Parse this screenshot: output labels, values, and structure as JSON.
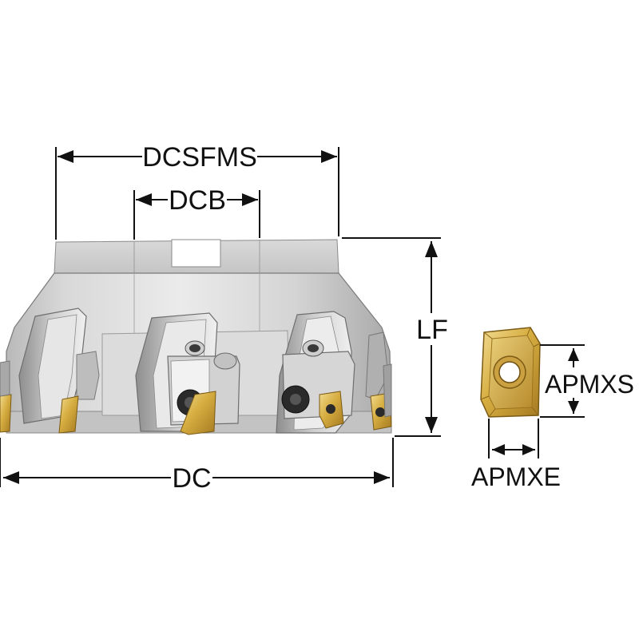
{
  "labels": {
    "dcsfms": "DCSFMS",
    "dcb": "DCB",
    "lf": "LF",
    "dc": "DC",
    "apmxs": "APMXS",
    "apmxe": "APMXE"
  },
  "colors": {
    "body_light": "#e2e2e2",
    "body_mid": "#c8c8c8",
    "body_dark": "#9a9a9a",
    "outline": "#6e6e6e",
    "insert_gold": "#d2a93c",
    "insert_gold_light": "#ecd488",
    "insert_gold_dark": "#9c7420",
    "screw_black": "#2a2a2a",
    "dimension_line": "#111111"
  },
  "icons": {
    "cutter": "face-mill-cutter-icon",
    "insert": "indexable-insert-icon"
  }
}
